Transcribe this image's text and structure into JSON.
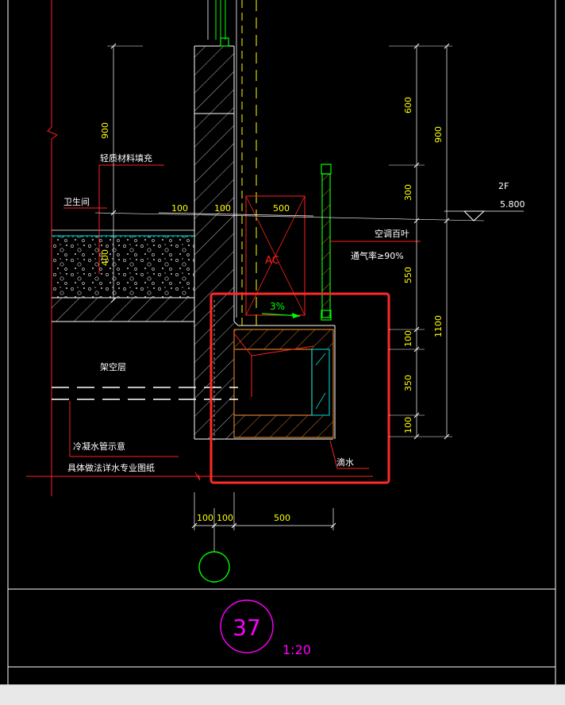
{
  "colors": {
    "background": "#000000",
    "line_white": "#ffffff",
    "dim_yellow": "#ffff00",
    "annot_red": "#ff2020",
    "green": "#00ff00",
    "cyan": "#00e0e0",
    "magenta": "#ff00ff",
    "highlight_red": "#ff2a2a",
    "hatch": "#c0c0c0",
    "insulation": "#d07a2a"
  },
  "labels": {
    "lightweight_fill": "轻质材料填充",
    "bathroom": "卫生间",
    "overhead_floor": "架空层",
    "condensate_pipe": "冷凝水管示意",
    "refer_plumbing": "具体做法详水专业图纸",
    "ac_louver": "空调百叶",
    "ventilation": "通气率≥90%",
    "ac_unit": "AC",
    "slope": "3%",
    "drip": "滴水",
    "floor_name": "2F",
    "floor_elev": "5.800"
  },
  "dimensions": {
    "left_vertical": "900",
    "slab_thickness": "400",
    "left_100": "100",
    "wall_100": "100",
    "ac_width": "500",
    "right_600": "600",
    "right_300": "300",
    "right_900": "900",
    "right_550": "550",
    "right_100a": "100",
    "right_350": "350",
    "right_100b": "100",
    "right_1100": "1100",
    "bottom_100a": "100",
    "bottom_100b": "100",
    "bottom_500": "500"
  },
  "title": {
    "detail_number": "37",
    "scale": "1:20"
  },
  "icons": {
    "grid_bubble": "axis-circle-icon",
    "elevation_marker": "elevation-triangle-icon",
    "break_line": "break-line-icon"
  }
}
